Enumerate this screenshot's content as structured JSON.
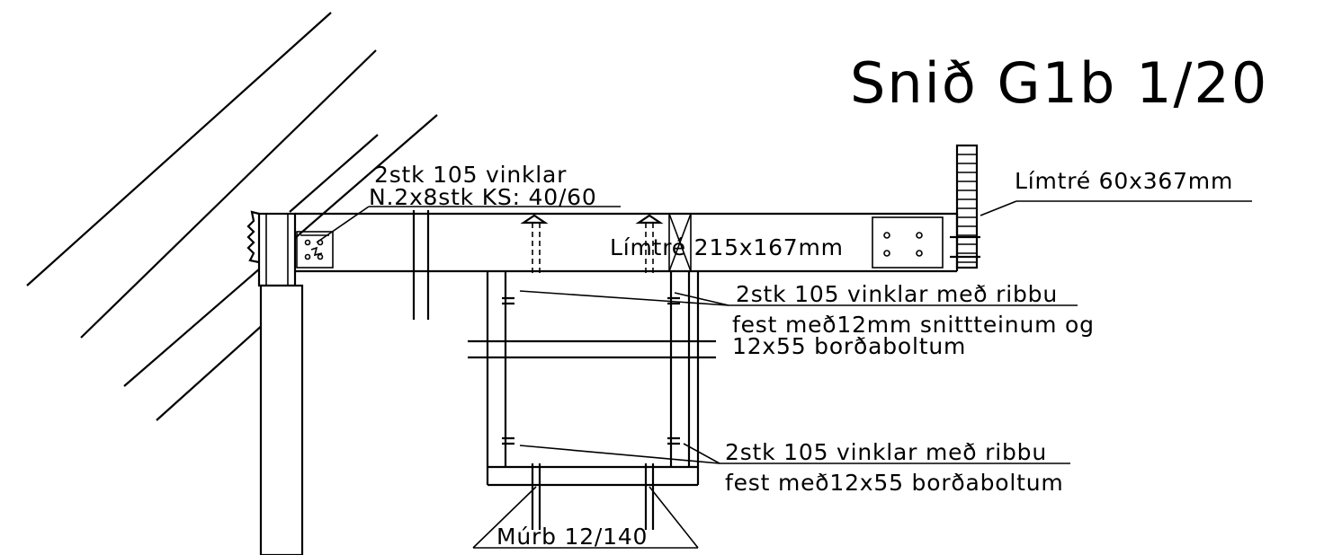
{
  "title": "Snið G1b 1/20",
  "labels": {
    "top_left_line1": "2stk 105 vinklar",
    "top_left_line2": "N.2x8stk KS: 40/60",
    "beam": "Límtré 215x167mm",
    "right_post": "Límtré 60x367mm",
    "mid_line1": "2stk 105 vinklar með ribbu",
    "mid_line2": "fest með12mm snittteinum og",
    "mid_line3": "12x55 borðaboltum",
    "low_line1": "2stk 105 vinklar með ribbu",
    "low_line2": "fest með12x55 borðaboltum",
    "anchor": "Múrb 12/140"
  }
}
